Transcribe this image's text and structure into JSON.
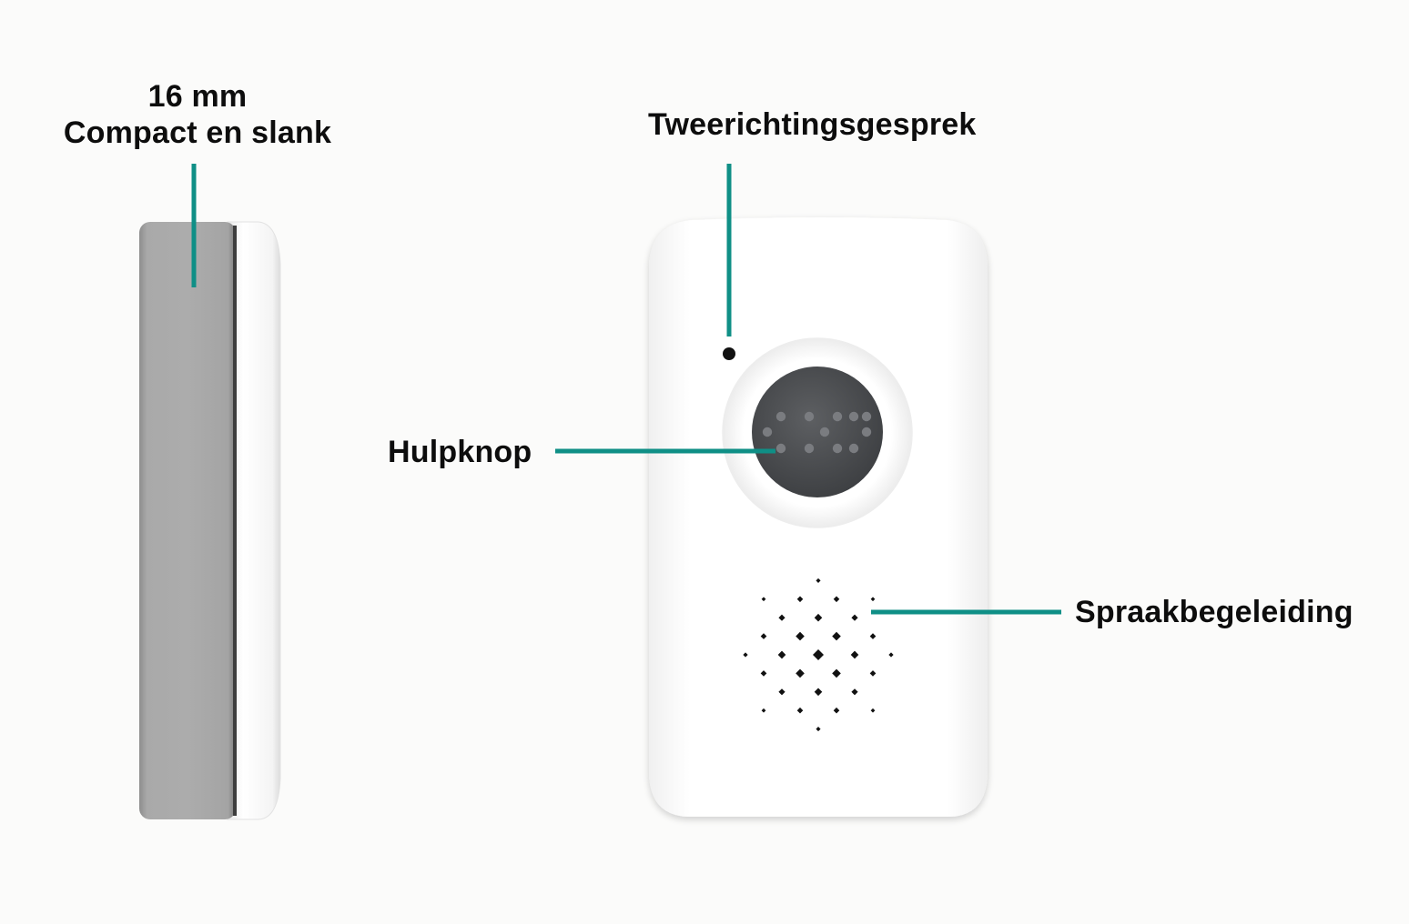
{
  "labels": {
    "thickness_value": "16 mm",
    "thickness_caption": "Compact en slank",
    "two_way_talk": "Tweerichtingsgesprek",
    "help_button": "Hulpknop",
    "voice_guidance": "Spraakbegeleiding"
  },
  "colors": {
    "background": "#fbfbfa",
    "callout_line": "#0f8f86",
    "device_body": "#ffffff",
    "device_side_shell": "#a6a6a6",
    "button": "#4d4f52",
    "speaker_holes": "#111111",
    "text": "#0d0d0d"
  },
  "icons": {
    "device_side": "device-side-view",
    "device_front": "device-front-view",
    "microphone": "microphone-hole",
    "button": "help-button",
    "speaker": "speaker-grille"
  }
}
